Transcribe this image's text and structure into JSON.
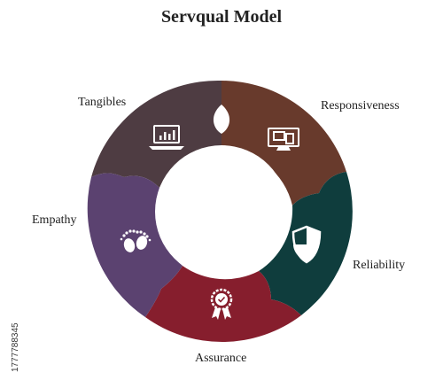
{
  "title": "Servqual Model",
  "segments": [
    {
      "id": "tangibles",
      "label": "Tangibles",
      "icon": "laptop-chart-icon",
      "color": "#4e3c42"
    },
    {
      "id": "responsiveness",
      "label": "Responsiveness",
      "icon": "monitor-devices-icon",
      "color": "#683a2c"
    },
    {
      "id": "reliability",
      "label": "Reliability",
      "icon": "shield-icon",
      "color": "#0f3d3d"
    },
    {
      "id": "assurance",
      "label": "Assurance",
      "icon": "award-badge-icon",
      "color": "#861e2d"
    },
    {
      "id": "empathy",
      "label": "Empathy",
      "icon": "footprints-icon",
      "color": "#5b4270"
    }
  ],
  "stock_id": "1777788345"
}
